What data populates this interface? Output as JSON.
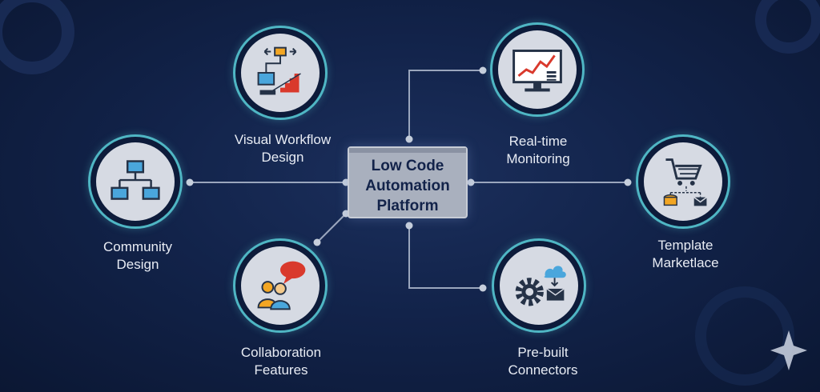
{
  "center": {
    "label_lines": [
      "Low Code",
      "Automation",
      "Platform"
    ]
  },
  "nodes": [
    {
      "id": "visual-workflow-design",
      "icon": "workflow-staircase-icon",
      "label_lines": [
        "Visual Workflow",
        "Design"
      ]
    },
    {
      "id": "real-time-monitoring",
      "icon": "monitor-chart-icon",
      "label_lines": [
        "Real-time",
        "Monitoring"
      ]
    },
    {
      "id": "community-design",
      "icon": "hierarchy-icon",
      "label_lines": [
        "Community",
        "Design"
      ]
    },
    {
      "id": "template-marketplace",
      "icon": "shopping-cart-icon",
      "label_lines": [
        "Template",
        "Marketlace"
      ]
    },
    {
      "id": "collaboration-features",
      "icon": "people-chat-icon",
      "label_lines": [
        "Collaboration",
        "Features"
      ]
    },
    {
      "id": "pre-built-connectors",
      "icon": "gear-cloud-mail-icon",
      "label_lines": [
        "Pre-built",
        "Connectors"
      ]
    }
  ],
  "colors": {
    "ring": "#4fb6c4",
    "line": "#9aa6bd",
    "icon_dark": "#253247",
    "accent_red": "#d9392c",
    "accent_blue": "#4aa6dc",
    "accent_orange": "#f3a623"
  }
}
